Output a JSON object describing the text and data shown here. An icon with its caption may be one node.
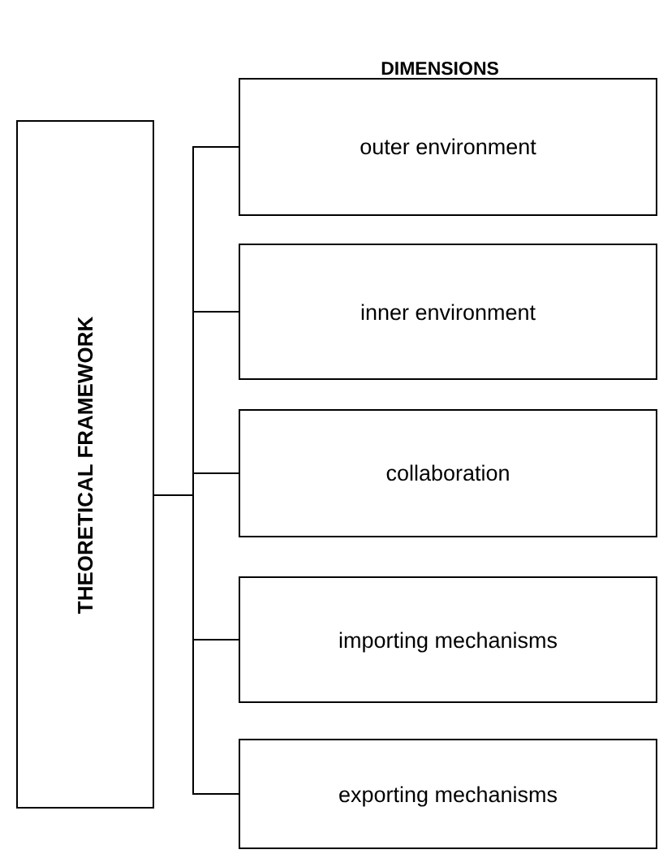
{
  "diagram": {
    "title": "DIMENSIONS",
    "nodes": [
      {
        "text": [
          "THEORETICAL FRAMEWORK"
        ]
      },
      {
        "text": [
          "outer environment"
        ]
      },
      {
        "text": [
          "inner environment"
        ]
      },
      {
        "text": [
          "collaboration"
        ]
      },
      {
        "text": [
          "importing mechanisms"
        ]
      },
      {
        "text": [
          "exporting mechanisms"
        ]
      }
    ],
    "edges": [
      {
        "from": 0,
        "to": 1,
        "arrow": "none"
      },
      {
        "from": 0,
        "to": 2,
        "arrow": "none"
      },
      {
        "from": 0,
        "to": 3,
        "arrow": "none"
      },
      {
        "from": 0,
        "to": 4,
        "arrow": "none"
      },
      {
        "from": 0,
        "to": 5,
        "arrow": "none"
      }
    ]
  }
}
